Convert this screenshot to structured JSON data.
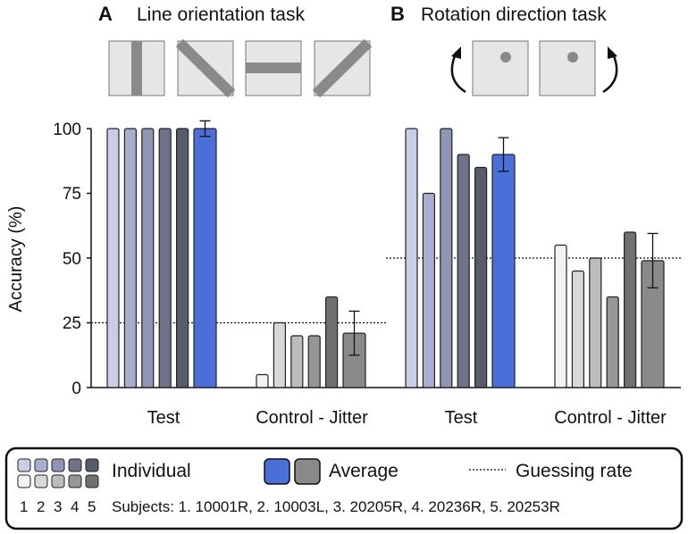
{
  "panels": [
    {
      "letter": "A",
      "title": "Line orientation task",
      "guess": 25
    },
    {
      "letter": "B",
      "title": "Rotation direction task",
      "guess": 50
    }
  ],
  "ylabel": "Accuracy (%)",
  "yticks": [
    "0",
    "25",
    "50",
    "75",
    "100"
  ],
  "legend": {
    "individual": "Individual",
    "average": "Average",
    "guessing": "Guessing rate",
    "subject_nums": [
      "1",
      "2",
      "3",
      "4",
      "5"
    ],
    "subjects": "Subjects: 1. 10001R, 2. 10003L, 3. 20205R, 4. 20236R, 5. 20253R"
  },
  "colors": {
    "test_shades": [
      "#c9cde6",
      "#a9aed0",
      "#8f95b5",
      "#6e7389",
      "#575c6b"
    ],
    "control_shades": [
      "#f2f2f2",
      "#d8d8d8",
      "#bcbcbc",
      "#969696",
      "#707070"
    ],
    "average_test": "#4a6fd8",
    "average_control": "#8a8a8a"
  },
  "chart_data": [
    {
      "type": "bar",
      "title": "Line orientation task",
      "ylabel": "Accuracy (%)",
      "ylim": [
        0,
        100
      ],
      "categories": [
        "Test",
        "Control - Jitter"
      ],
      "series": [
        {
          "name": "1",
          "values": [
            100,
            5
          ]
        },
        {
          "name": "2",
          "values": [
            100,
            25
          ]
        },
        {
          "name": "3",
          "values": [
            100,
            20
          ]
        },
        {
          "name": "4",
          "values": [
            100,
            20
          ]
        },
        {
          "name": "5",
          "values": [
            100,
            35
          ]
        },
        {
          "name": "Average",
          "values": [
            100,
            21
          ],
          "error": [
            3,
            8.5
          ]
        }
      ],
      "guessing_rate": 25
    },
    {
      "type": "bar",
      "title": "Rotation direction task",
      "ylim": [
        0,
        100
      ],
      "categories": [
        "Test",
        "Control - Jitter"
      ],
      "series": [
        {
          "name": "1",
          "values": [
            100,
            55
          ]
        },
        {
          "name": "2",
          "values": [
            75,
            45
          ]
        },
        {
          "name": "3",
          "values": [
            100,
            50
          ]
        },
        {
          "name": "4",
          "values": [
            90,
            35
          ]
        },
        {
          "name": "5",
          "values": [
            85,
            60
          ]
        },
        {
          "name": "Average",
          "values": [
            90,
            49
          ],
          "error": [
            6.5,
            10.5
          ]
        }
      ],
      "guessing_rate": 50
    }
  ]
}
